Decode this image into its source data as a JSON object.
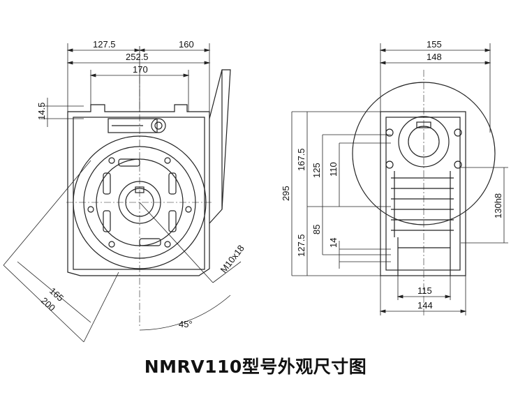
{
  "title": "NMRV110型号外观尺寸图",
  "front_view": {
    "dims": {
      "d127_5": "127.5",
      "d160": "160",
      "d252_5": "252.5",
      "d170": "170",
      "d14_5": "14.5",
      "d165": "165",
      "d200": "200",
      "thread": "M10x18",
      "angle": "45°"
    }
  },
  "side_view": {
    "dims": {
      "d155": "155",
      "d148": "148",
      "d167_5": "167.5",
      "d125": "125",
      "d110": "110",
      "d295": "295",
      "d127_5": "127.5",
      "d85": "85",
      "d14": "14",
      "d130h8": "130h8",
      "d115": "115",
      "d144": "144"
    }
  }
}
